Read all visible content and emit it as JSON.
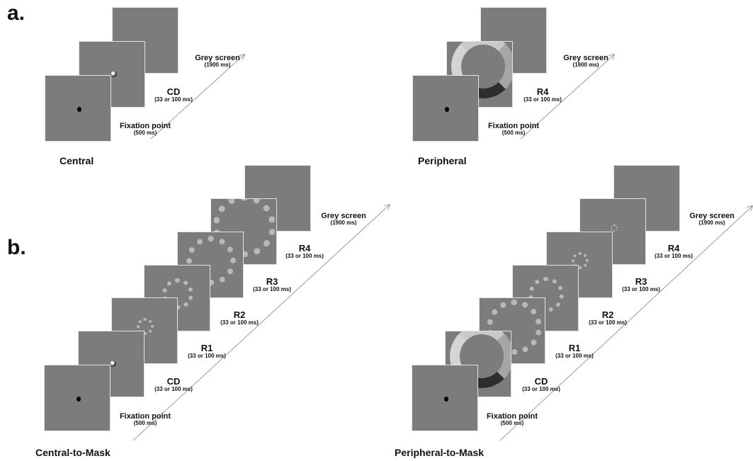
{
  "panel_a_letter": "a.",
  "panel_b_letter": "b.",
  "central": {
    "condition": "Central",
    "fixation": {
      "name": "Fixation point",
      "duration": "(500 ms)"
    },
    "cd": {
      "name": "CD",
      "duration": "(33 or 100 ms)"
    },
    "grey": {
      "name": "Grey screen",
      "duration": "(1900 ms)"
    }
  },
  "peripheral": {
    "condition": "Peripheral",
    "fixation": {
      "name": "Fixation point",
      "duration": "(500 ms)"
    },
    "r4": {
      "name": "R4",
      "duration": "(33 or 100 ms)"
    },
    "grey": {
      "name": "Grey screen",
      "duration": "(1900 ms)"
    }
  },
  "central_mask": {
    "condition": "Central-to-Mask",
    "fixation": {
      "name": "Fixation point",
      "duration": "(500 ms)"
    },
    "cd": {
      "name": "CD",
      "duration": "(33 or 100 ms)"
    },
    "r1": {
      "name": "R1",
      "duration": "(33 or 100 ms)"
    },
    "r2": {
      "name": "R2",
      "duration": "(33 or 100 ms)"
    },
    "r3": {
      "name": "R3",
      "duration": "(33 or 100 ms)"
    },
    "r4": {
      "name": "R4",
      "duration": "(33 or 100 ms)"
    },
    "grey": {
      "name": "Grey screen",
      "duration": "(1900 ms)"
    }
  },
  "peripheral_mask": {
    "condition": "Peripheral-to-Mask",
    "fixation": {
      "name": "Fixation point",
      "duration": "(500 ms)"
    },
    "cd": {
      "name": "CD",
      "duration": "(33 or 100 ms)"
    },
    "r1": {
      "name": "R1",
      "duration": "(33 or 100 ms)"
    },
    "r2": {
      "name": "R2",
      "duration": "(33 or 100 ms)"
    },
    "r3": {
      "name": "R3",
      "duration": "(33 or 100 ms)"
    },
    "r4": {
      "name": "R4",
      "duration": "(33 or 100 ms)"
    },
    "grey": {
      "name": "Grey screen",
      "duration": "(1900 ms)"
    }
  },
  "colors": {
    "screen": "#7c7c7c",
    "arrow": "#9a9a9a",
    "text": "#111111"
  }
}
